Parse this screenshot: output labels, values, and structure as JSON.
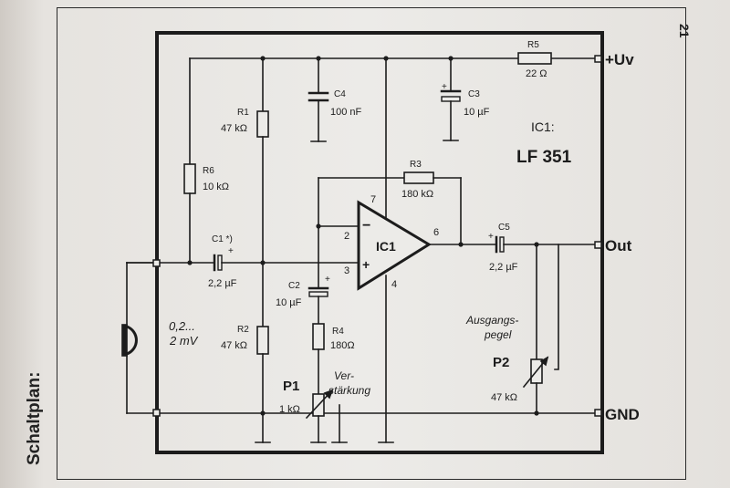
{
  "page": {
    "number": "21",
    "section_title": "Schaltplan:"
  },
  "terminals": {
    "supply": "+Uv",
    "output": "Out",
    "ground": "GND"
  },
  "ic": {
    "name": "IC1:",
    "type": "LF 351",
    "symbol_label": "IC1",
    "pin_minus": "2",
    "pin_plus": "3",
    "pin_supply": "7",
    "pin_ground": "4",
    "pin_out": "6"
  },
  "components": {
    "r1": {
      "name": "R1",
      "value": "47 kΩ"
    },
    "r2": {
      "name": "R2",
      "value": "47 kΩ"
    },
    "r3": {
      "name": "R3",
      "value": "180 kΩ"
    },
    "r4": {
      "name": "R4",
      "value": "180Ω"
    },
    "r5": {
      "name": "R5",
      "value": "22 Ω"
    },
    "r6": {
      "name": "R6",
      "value": "10 kΩ"
    },
    "c1": {
      "name": "C1 *)",
      "value": "2,2 µF"
    },
    "c2": {
      "name": "C2",
      "value": "10  µF"
    },
    "c3": {
      "name": "C3",
      "value": "10 µF"
    },
    "c4": {
      "name": "C4",
      "value": "100 nF"
    },
    "c5": {
      "name": "C5",
      "value": "2,2 µF"
    },
    "p1": {
      "name": "P1",
      "value": "1 kΩ",
      "label_line1": "Ver-",
      "label_line2": "stärkung"
    },
    "p2": {
      "name": "P2",
      "value": "47 kΩ",
      "label_line1": "Ausgangs-",
      "label_line2": "pegel"
    }
  },
  "input": {
    "level_line1": "0,2...",
    "level_line2": "2 mV"
  },
  "colors": {
    "ink": "#1c1c1c",
    "paper": "#ecebe8"
  }
}
